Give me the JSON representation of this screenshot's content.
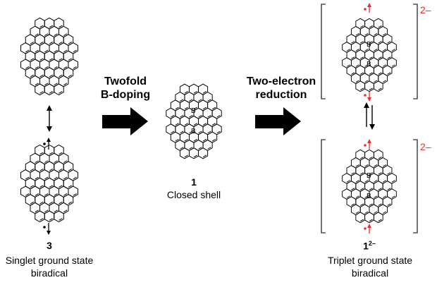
{
  "arrow1": {
    "line1": "Twofold",
    "line2": "B-doping"
  },
  "arrow2": {
    "line1": "Two-electron",
    "line2": "reduction"
  },
  "compound3": {
    "number": "3",
    "desc_line1": "Singlet ground state",
    "desc_line2": "biradical"
  },
  "compound1": {
    "number": "1",
    "desc": "Closed shell"
  },
  "dianion": {
    "number": "1",
    "superscript": "2–",
    "desc_line1": "Triplet ground state",
    "desc_line2": "biradical"
  },
  "charge_label": "2–",
  "boron_symbol": "B",
  "colors": {
    "spin_arrow": "#e8312a",
    "charge": "#e8312a",
    "text": "#000000"
  },
  "icons": [
    "resonance-arrow-icon",
    "equilibrium-arrow-icon",
    "reaction-arrow-icon",
    "spin-up-arrow-icon",
    "spin-down-arrow-icon",
    "radical-dot-icon"
  ]
}
